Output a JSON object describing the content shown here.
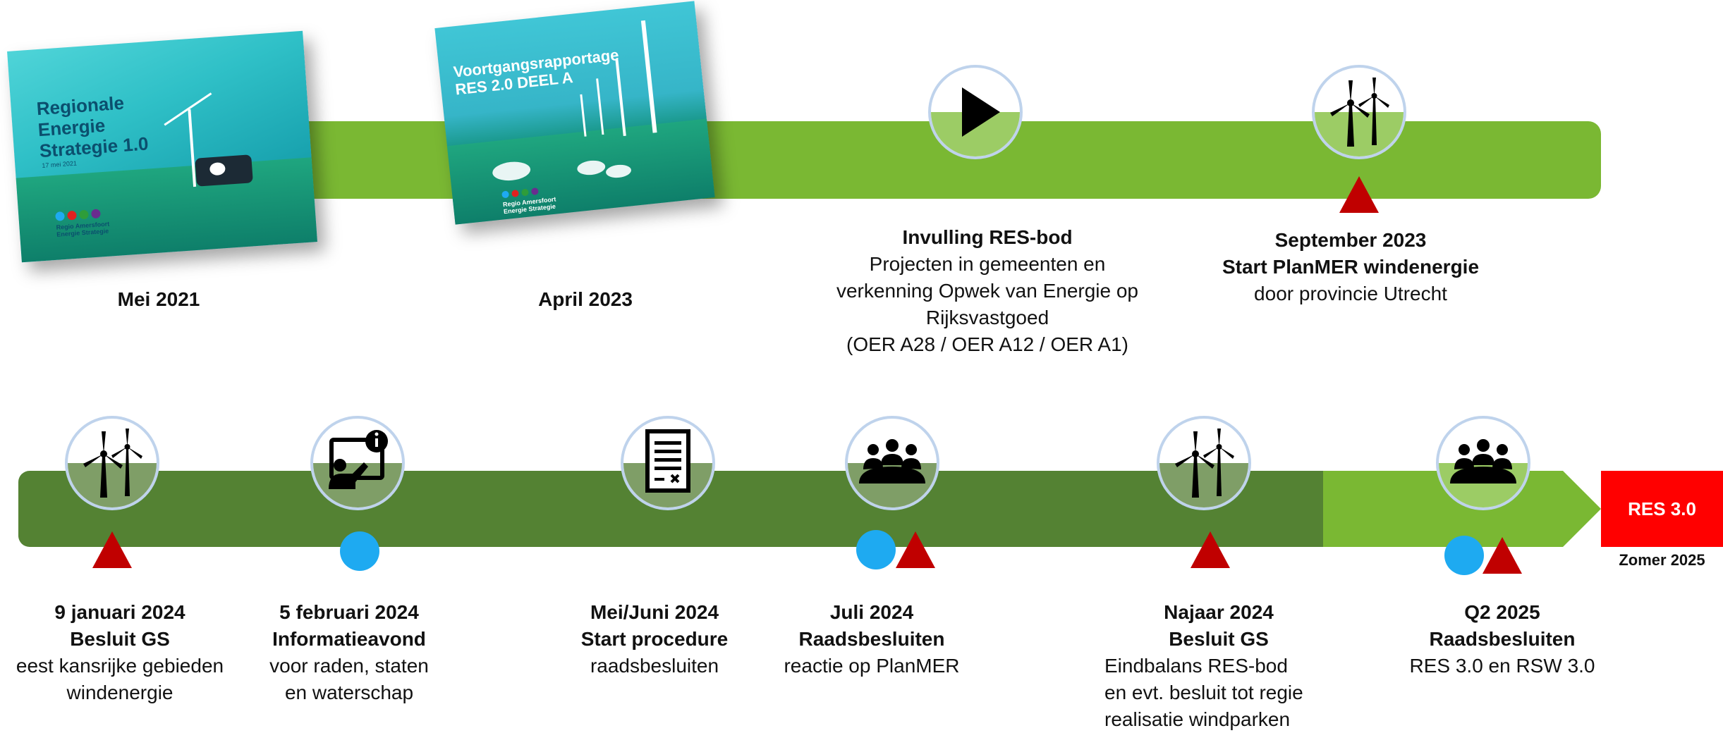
{
  "cover1": {
    "title_lines": [
      "Regionale",
      "Energie",
      "Strategie 1.0"
    ],
    "subtitle": "17 mei 2021",
    "brand_lines": [
      "Regio Amersfoort",
      "Energie Strategie"
    ],
    "dot_colors": [
      "#1eaaf1",
      "#e02020",
      "#2e9d3a",
      "#6a2c8f"
    ]
  },
  "cover2": {
    "title_lines": [
      "Voortgangsrapportage",
      "RES 2.0 DEEL A"
    ],
    "brand_lines": [
      "Regio Amersfoort",
      "Energie Strategie"
    ],
    "dot_colors": [
      "#1eaaf1",
      "#e02020",
      "#2e9d3a",
      "#6a2c8f"
    ]
  },
  "top": {
    "mei2021": "Mei 2021",
    "april2023": "April 2023",
    "invulling": {
      "title": "Invulling RES-bod",
      "lines": [
        "Projecten in gemeenten en",
        "verkenning Opwek van Energie op",
        "Rijksvastgoed",
        "(OER A28 / OER A12 / OER A1)"
      ]
    },
    "september": {
      "title_lines": [
        "September 2023",
        "Start PlanMER windenergie"
      ],
      "lines": [
        "door provincie Utrecht"
      ]
    }
  },
  "bottom": {
    "jan2024": {
      "title_lines": [
        "9 januari 2024",
        "Besluit GS"
      ],
      "lines": [
        "eest kansrijke gebieden",
        "windenergie"
      ]
    },
    "feb2024": {
      "title_lines": [
        "5 februari 2024",
        "Informatieavond"
      ],
      "lines": [
        "voor raden, staten",
        "en waterschap"
      ]
    },
    "meijuni2024": {
      "title_lines": [
        "Mei/Juni 2024",
        "Start procedure"
      ],
      "lines": [
        "raadsbesluiten"
      ]
    },
    "juli2024": {
      "title_lines": [
        "Juli 2024",
        "Raadsbesluiten"
      ],
      "lines": [
        "reactie op PlanMER"
      ]
    },
    "najaar2024": {
      "title_lines": [
        "Najaar 2024",
        "Besluit GS"
      ],
      "lines": [
        "Eindbalans RES-bod",
        "en evt. besluit tot regie",
        "realisatie windparken"
      ]
    },
    "q2_2025": {
      "title_lines": [
        "Q2 2025",
        "Raadsbesluiten"
      ],
      "lines": [
        "RES 3.0 en RSW 3.0"
      ]
    }
  },
  "res": {
    "label": "RES 3.0",
    "caption": "Zomer 2025"
  },
  "colors": {
    "band_light": "#7ab833",
    "band_dark": "#548233",
    "triangle": "#c00000",
    "dot": "#1eaaf1",
    "res_box": "#ff0000",
    "circle_border": "#bfd3ec"
  },
  "icons": [
    "play-icon",
    "wind-turbines-icon",
    "presentation-info-icon",
    "document-form-icon",
    "meeting-group-icon"
  ]
}
